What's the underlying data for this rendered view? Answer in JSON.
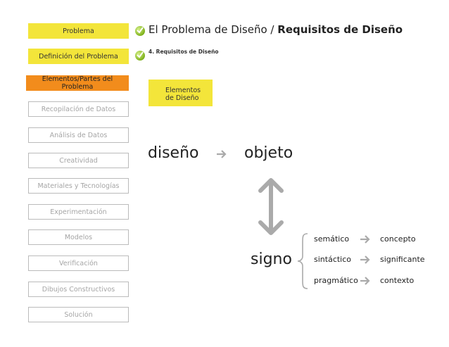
{
  "sidebar": {
    "items": [
      {
        "label": "Problema",
        "state": "done"
      },
      {
        "label": "Definición del Problema",
        "state": "done"
      },
      {
        "label": "Elementos/Partes del Problema",
        "state": "active"
      },
      {
        "label": "Recopilación de Datos",
        "state": "todo"
      },
      {
        "label": "Análisis de Datos",
        "state": "todo"
      },
      {
        "label": "Creatividad",
        "state": "todo"
      },
      {
        "label": "Materiales y Tecnologías",
        "state": "todo"
      },
      {
        "label": "Experimentación",
        "state": "todo"
      },
      {
        "label": "Modelos",
        "state": "todo"
      },
      {
        "label": "Verificación",
        "state": "todo"
      },
      {
        "label": "Dibujos Constructivos",
        "state": "todo"
      },
      {
        "label": "Solución",
        "state": "todo"
      }
    ]
  },
  "header": {
    "title_prefix": "El Problema de Diseño / ",
    "title_bold": "Requisitos de Diseño",
    "subtitle": "4. Requisitos de Diseño"
  },
  "tag": {
    "line1": "Elementos",
    "line2": "de Diseño"
  },
  "diagram": {
    "diseno": "diseño",
    "objeto": "objeto",
    "signo": "signo",
    "rows": [
      {
        "left": "semático",
        "right": "concepto"
      },
      {
        "left": "sintáctico",
        "right": "significante"
      },
      {
        "left": "pragmático",
        "right": "contexto"
      }
    ]
  },
  "colors": {
    "done": "#f3e53a",
    "active": "#f28c1c",
    "arrow": "#aaaaaa",
    "check": "#7fb21c"
  }
}
